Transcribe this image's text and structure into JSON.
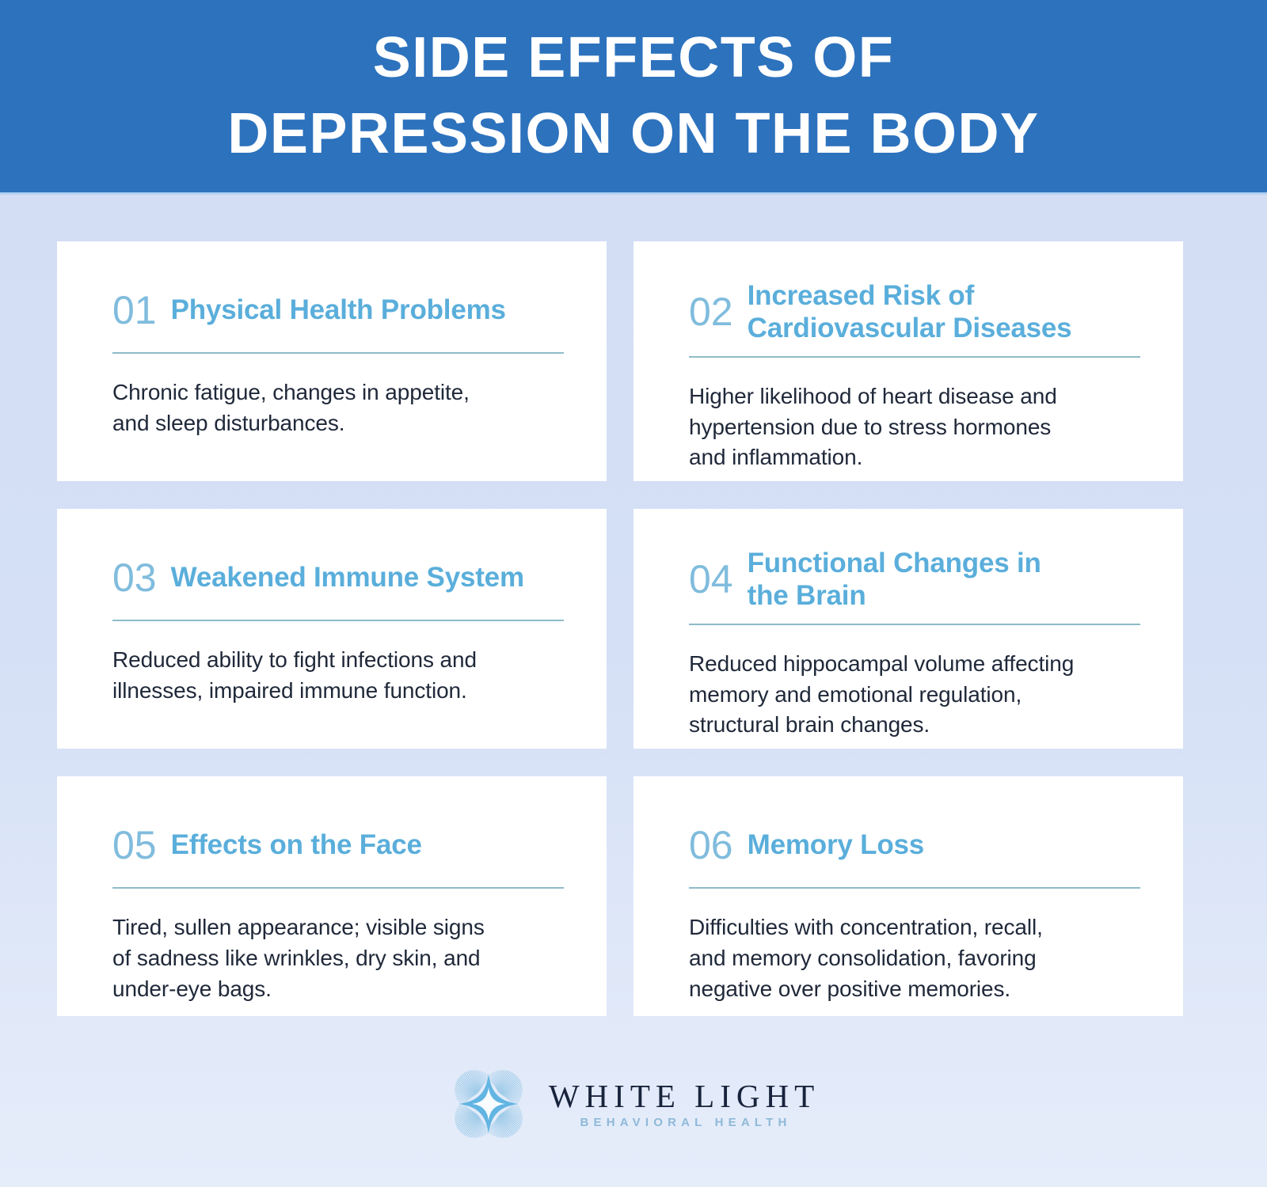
{
  "header": {
    "title_line1": "SIDE EFFECTS OF",
    "title_line2": "DEPRESSION ON THE BODY"
  },
  "colors": {
    "header_blue": "#2d72bd",
    "page_background_top": "#d2ddf4",
    "page_background_bottom": "#e5edfb",
    "card_background": "#ffffff",
    "number_blue": "#80bcdd",
    "title_blue": "#5aaedb",
    "divider_teal": "#7aafc0",
    "body_text": "#20293a",
    "logo_name": "#18233c",
    "logo_tagline": "#8fb9d8"
  },
  "cards": [
    {
      "number": "01",
      "title_line1": "Physical Health Problems",
      "title_line2": "",
      "body_line1": "Chronic fatigue, changes in appetite,",
      "body_line2": "and sleep disturbances.",
      "body_line3": ""
    },
    {
      "number": "02",
      "title_line1": "Increased Risk of",
      "title_line2": "Cardiovascular Diseases",
      "body_line1": "Higher likelihood of heart disease and",
      "body_line2": "hypertension due to stress hormones",
      "body_line3": "and inflammation."
    },
    {
      "number": "03",
      "title_line1": "Weakened Immune System",
      "title_line2": "",
      "body_line1": "Reduced ability to fight infections and",
      "body_line2": "illnesses, impaired immune function.",
      "body_line3": ""
    },
    {
      "number": "04",
      "title_line1": "Functional Changes in",
      "title_line2": "the Brain",
      "body_line1": "Reduced hippocampal volume affecting",
      "body_line2": "memory and emotional regulation,",
      "body_line3": "structural brain changes."
    },
    {
      "number": "05",
      "title_line1": "Effects on the Face",
      "title_line2": "",
      "body_line1": "Tired, sullen appearance; visible signs",
      "body_line2": "of sadness like wrinkles, dry skin, and",
      "body_line3": "under-eye bags."
    },
    {
      "number": "06",
      "title_line1": "Memory Loss",
      "title_line2": "",
      "body_line1": "Difficulties with concentration, recall,",
      "body_line2": "and memory consolidation, favoring",
      "body_line3": "negative over positive memories."
    }
  ],
  "footer": {
    "logo_icon": "starburst-star-icon",
    "brand_name": "WHITE LIGHT",
    "brand_tagline": "BEHAVIORAL HEALTH"
  }
}
